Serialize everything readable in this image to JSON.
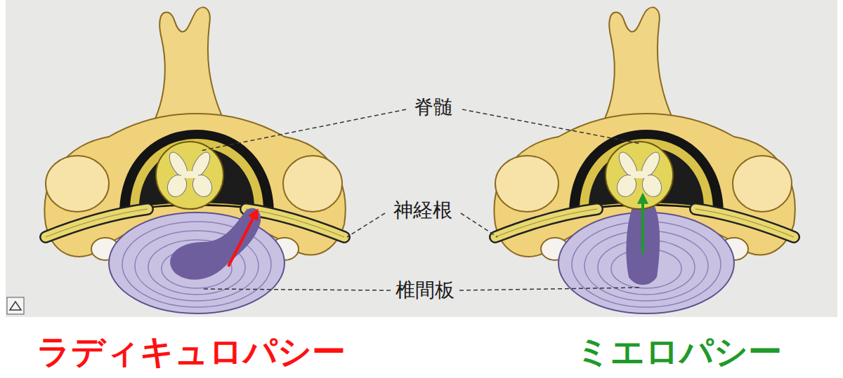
{
  "diagram": {
    "labels": [
      "脊髄",
      "神経根",
      "椎間板",
      "ラディキュロパシー",
      "ミエロパシー"
    ]
  }
}
